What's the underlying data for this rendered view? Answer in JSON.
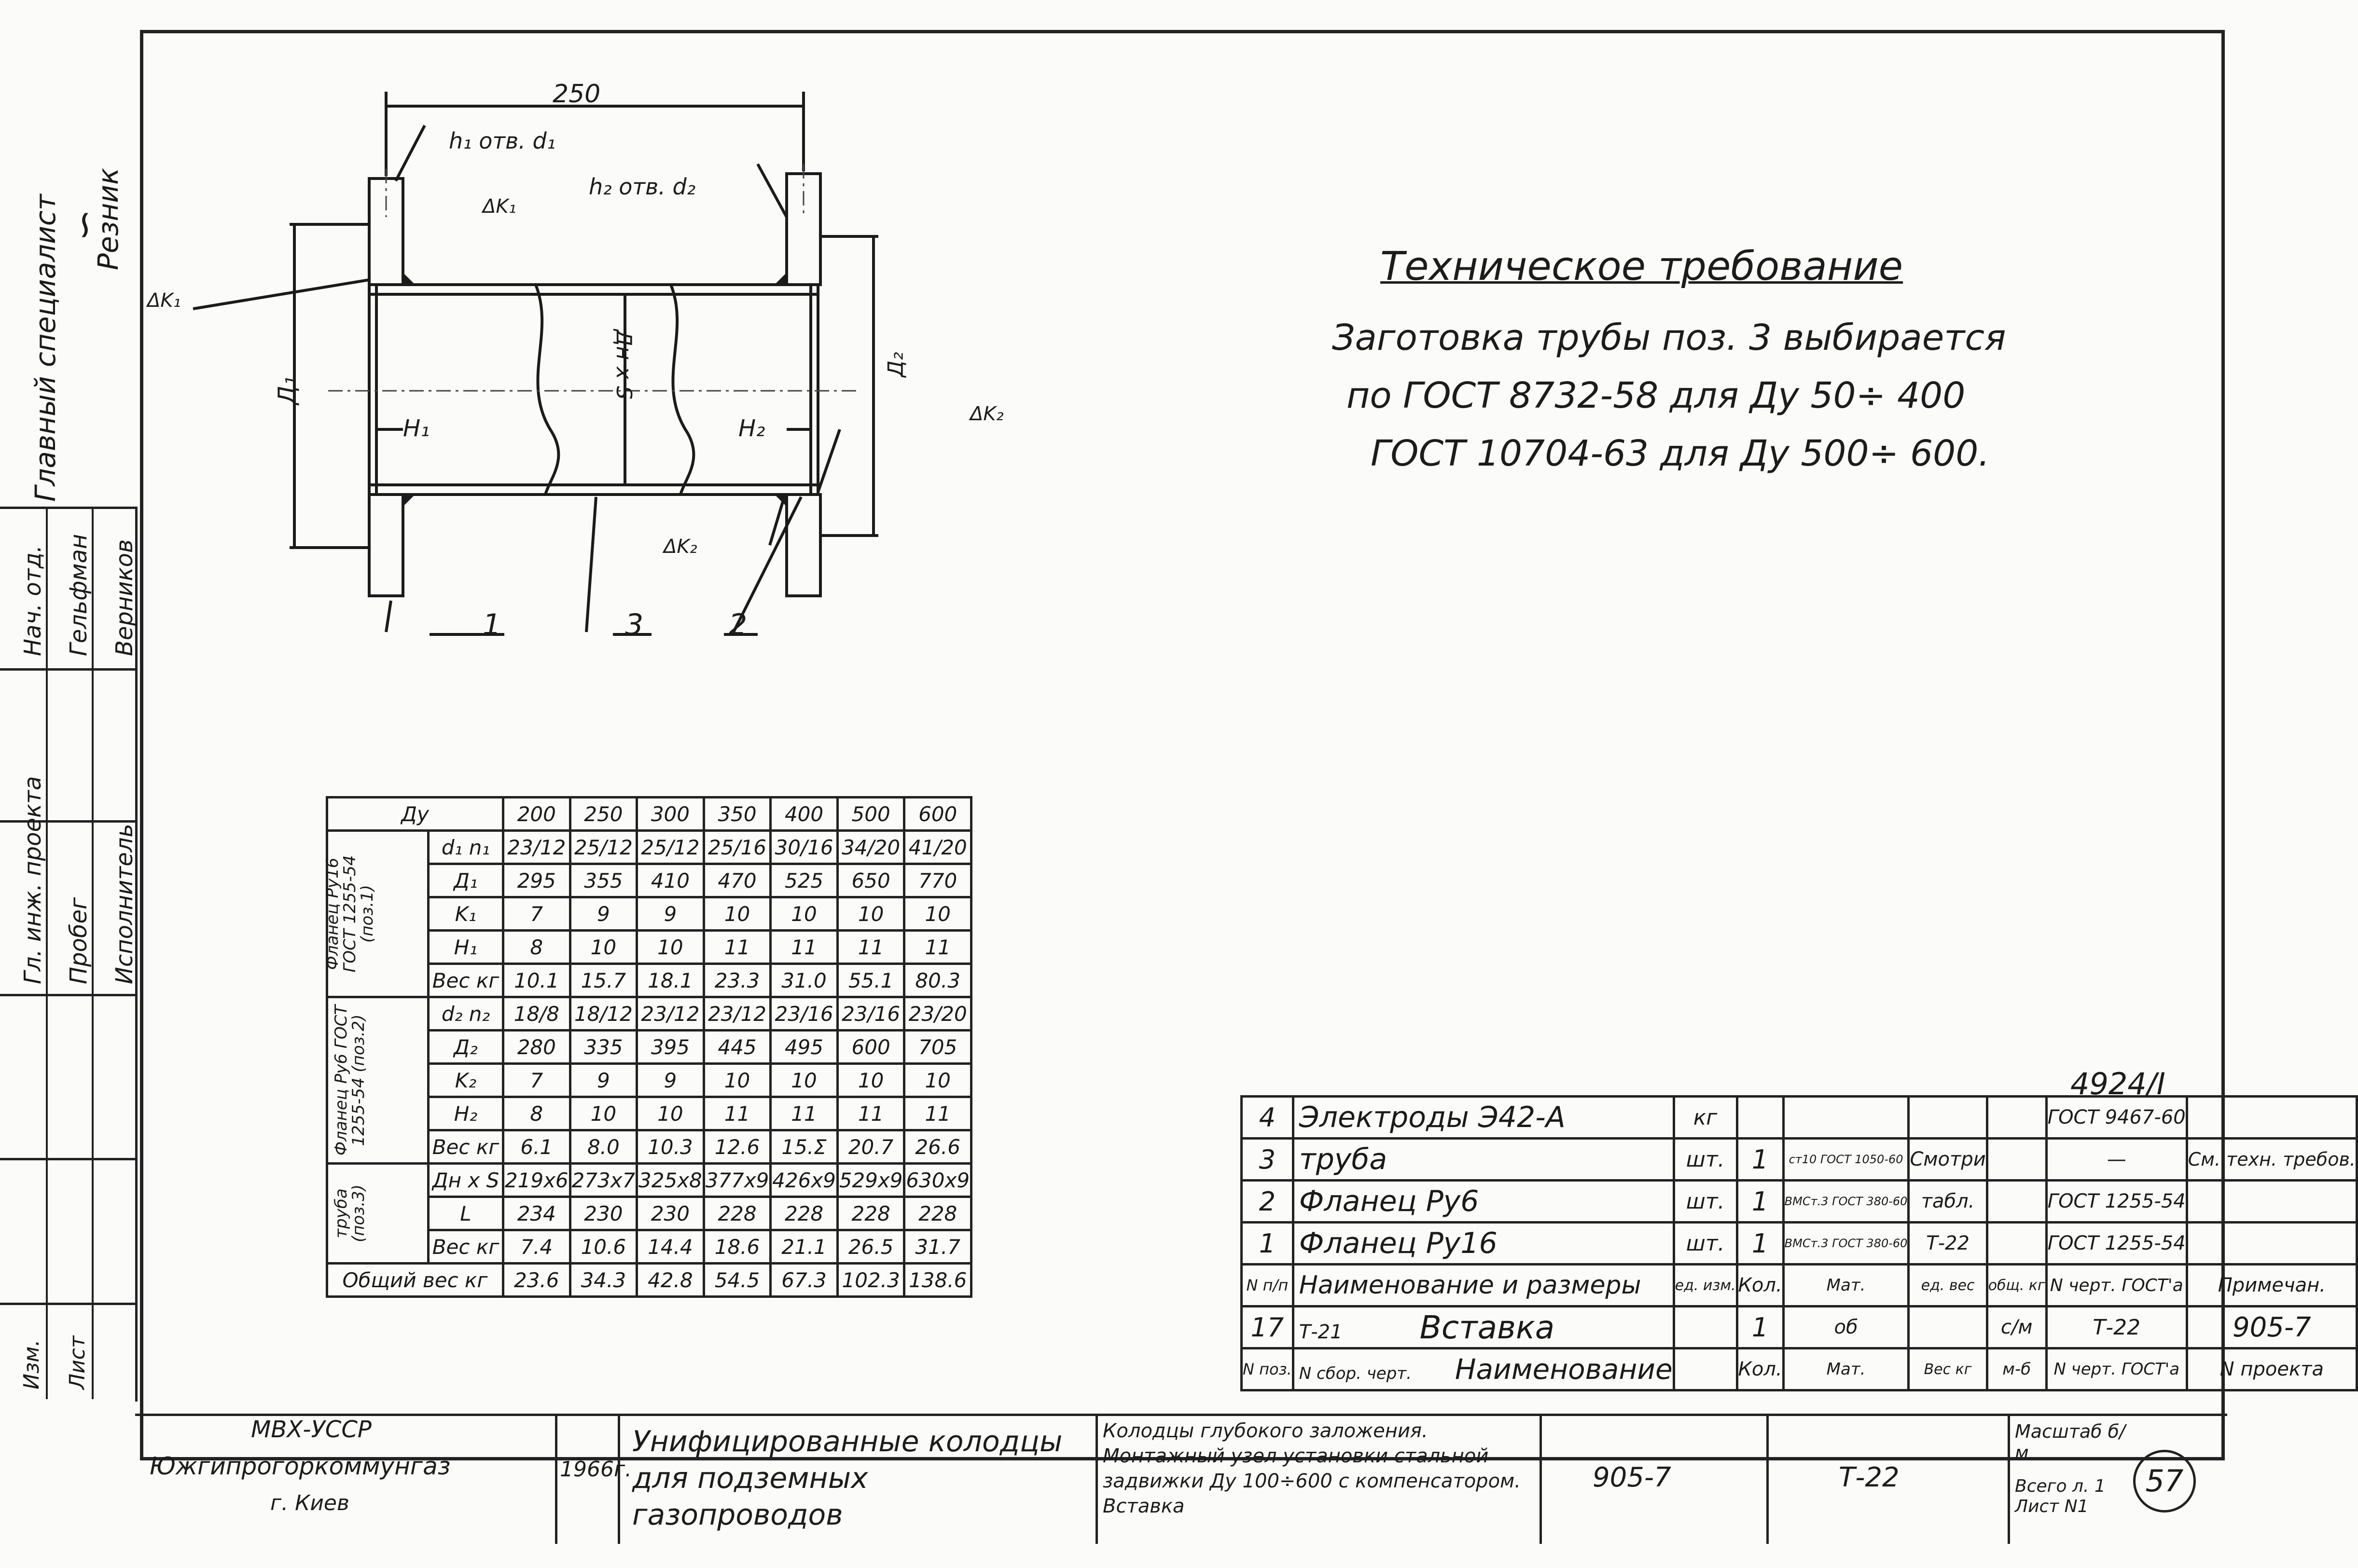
{
  "side_stamp": {
    "chief_specialist_label": "Главный специалист",
    "chief_specialist_name": "Резник",
    "rows": [
      {
        "label": "Нач. отд.",
        "value": "Гельфман",
        "extra": "Верников"
      },
      {
        "label": "Гл. инж. проекта",
        "value": "Пробег"
      },
      {
        "label": "Исполнитель",
        "value": "Исполнитель"
      },
      {
        "label": "Изм.",
        "value": "Лист"
      }
    ]
  },
  "drawing": {
    "dim_overall": "250",
    "hole_label_1": "h₁ отв. d₁",
    "hole_label_2": "h₂ отв. d₂",
    "weld_k1_top": "ΔK₁",
    "weld_k1_left": "ΔK₁",
    "weld_k2_right": "ΔK₂",
    "weld_k2_bottom": "ΔK₂",
    "dim_d1": "Д₁",
    "dim_d2": "Д₂",
    "dim_pipe": "Дн х S",
    "dim_h1": "H₁",
    "dim_h2": "H₂",
    "pos_1": "1",
    "pos_2": "2",
    "pos_3": "3"
  },
  "requirements": {
    "title": "Техническое требование",
    "lines": [
      "Заготовка трубы поз. 3 выбирается",
      "по ГОСТ 8732-58 для Ду 50÷ 400",
      "ГОСТ 10704-63 для Ду 500÷ 600."
    ]
  },
  "dims_table": {
    "header_label": "Ду",
    "columns": [
      "200",
      "250",
      "300",
      "350",
      "400",
      "500",
      "600"
    ],
    "groups": [
      {
        "label": "Фланец Ру16 ГОСТ 1255-54 (поз.1)",
        "rows": [
          {
            "param": "d₁  n₁",
            "values": [
              "23/12",
              "25/12",
              "25/12",
              "25/16",
              "30/16",
              "34/20",
              "41/20"
            ]
          },
          {
            "param": "Д₁",
            "values": [
              "295",
              "355",
              "410",
              "470",
              "525",
              "650",
              "770"
            ]
          },
          {
            "param": "K₁",
            "values": [
              "7",
              "9",
              "9",
              "10",
              "10",
              "10",
              "10"
            ]
          },
          {
            "param": "H₁",
            "values": [
              "8",
              "10",
              "10",
              "11",
              "11",
              "11",
              "11"
            ]
          },
          {
            "param": "Вес кг",
            "values": [
              "10.1",
              "15.7",
              "18.1",
              "23.3",
              "31.0",
              "55.1",
              "80.3"
            ]
          }
        ]
      },
      {
        "label": "Фланец Ру6 ГОСТ 1255-54 (поз.2)",
        "rows": [
          {
            "param": "d₂  n₂",
            "values": [
              "18/8",
              "18/12",
              "23/12",
              "23/12",
              "23/16",
              "23/16",
              "23/20"
            ]
          },
          {
            "param": "Д₂",
            "values": [
              "280",
              "335",
              "395",
              "445",
              "495",
              "600",
              "705"
            ]
          },
          {
            "param": "K₂",
            "values": [
              "7",
              "9",
              "9",
              "10",
              "10",
              "10",
              "10"
            ]
          },
          {
            "param": "H₂",
            "values": [
              "8",
              "10",
              "10",
              "11",
              "11",
              "11",
              "11"
            ]
          },
          {
            "param": "Вес кг",
            "values": [
              "6.1",
              "8.0",
              "10.3",
              "12.6",
              "15.Σ",
              "20.7",
              "26.6"
            ]
          }
        ]
      },
      {
        "label": "труба (поз.3)",
        "rows": [
          {
            "param": "Дн х S",
            "values": [
              "219x6",
              "273x7",
              "325x8",
              "377x9",
              "426x9",
              "529x9",
              "630x9"
            ]
          },
          {
            "param": "L",
            "values": [
              "234",
              "230",
              "230",
              "228",
              "228",
              "228",
              "228"
            ]
          },
          {
            "param": "Вес кг",
            "values": [
              "7.4",
              "10.6",
              "14.4",
              "18.6",
              "21.1",
              "26.5",
              "31.7"
            ]
          }
        ]
      }
    ],
    "total_row": {
      "label": "Общий вес кг",
      "values": [
        "23.6",
        "34.3",
        "42.8",
        "54.5",
        "67.3",
        "102.3",
        "138.6"
      ]
    }
  },
  "spec_table": {
    "sheet_code": "4924/I",
    "rows": [
      {
        "pos": "4",
        "name": "Электроды Э42-А",
        "unit": "кг",
        "qty": "",
        "material": "",
        "note_a": "",
        "note_b": "",
        "gost": "ГОСТ 9467-60",
        "remark": ""
      },
      {
        "pos": "3",
        "name": "труба",
        "unit": "шт.",
        "qty": "1",
        "material": "ст10 ГОСТ 1050-60",
        "note_a": "Смотри",
        "note_b": "",
        "gost": "—",
        "remark": "См. техн. требов."
      },
      {
        "pos": "2",
        "name": "Фланец Ру6",
        "unit": "шт.",
        "qty": "1",
        "material": "ВМСт.3 ГОСТ 380-60",
        "note_a": "табл.",
        "note_b": "",
        "gost": "ГОСТ 1255-54",
        "remark": ""
      },
      {
        "pos": "1",
        "name": "Фланец Ру16",
        "unit": "шт.",
        "qty": "1",
        "material": "ВМСт.3 ГОСТ 380-60",
        "note_a": "Т-22",
        "note_b": "",
        "gost": "ГОСТ 1255-54",
        "remark": ""
      }
    ],
    "header1": {
      "pos": "N п/п",
      "name": "Наименование и размеры",
      "unit": "ед. изм.",
      "qty": "Кол.",
      "material": "Мат.",
      "w1": "ед. вес",
      "w2": "общ. кг",
      "gost": "N черт. ГОСТ'а",
      "remark": "Примечан."
    },
    "assembly": {
      "pos": "17",
      "draw": "Т-21",
      "name": "Вставка",
      "qty": "1",
      "mat": "об",
      "w": "с/м",
      "drawing_no": "Т-22",
      "project": "905-7"
    },
    "header2": {
      "pos": "N поз.",
      "draw": "N сбор. черт.",
      "name": "Наименование",
      "qty": "Кол.",
      "mat": "Мат.",
      "w1": "Вес кг",
      "w2": "м-б",
      "drawing_no": "N черт. ГОСТ'а",
      "project": "N проекта"
    }
  },
  "title_block": {
    "org_line1": "МВХ-УССР",
    "org_line2": "Южгипрогоркоммунгаз",
    "org_line3": "г. Киев",
    "year": "1966г.",
    "project_title": "Унифицированные колодцы для подземных газопроводов",
    "sheet_title": "Колодцы глубокого заложения. Монтажный узел установки стальной задвижки Ду 100÷600 с компенсатором. Вставка",
    "project_code": "905-7",
    "drawing_code": "Т-22",
    "scale_label": "Масштаб б/м",
    "sheets_label": "Всего л. 1 Лист N1",
    "sheet_number": "57"
  }
}
